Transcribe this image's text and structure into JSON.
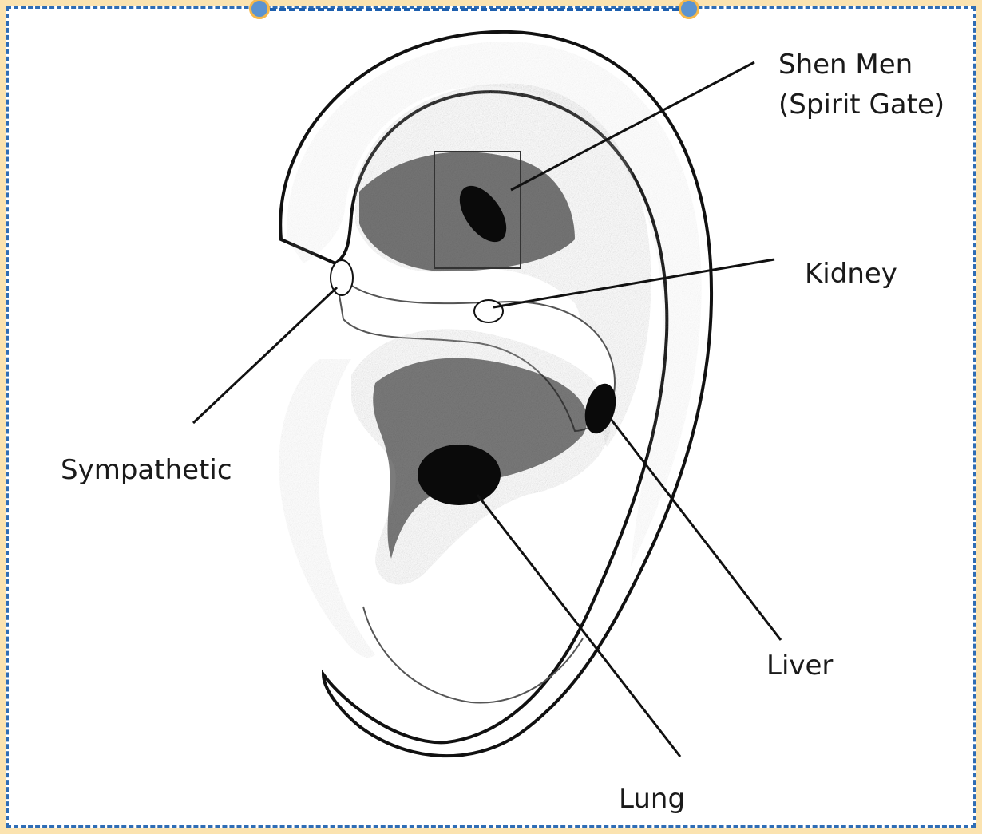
{
  "labels": {
    "shen_men_line1": "Shen Men",
    "shen_men_line2": "(Spirit Gate)",
    "kidney": "Kidney",
    "sympathetic": "Sympathetic",
    "liver": "Liver",
    "lung": "Lung"
  },
  "colors": {
    "frame_outer": "#fbe3b0",
    "dashed_border": "#2f6db5",
    "handle_fill": "#5b93cf",
    "handle_ring": "#f6b84a",
    "ink": "#111111"
  }
}
